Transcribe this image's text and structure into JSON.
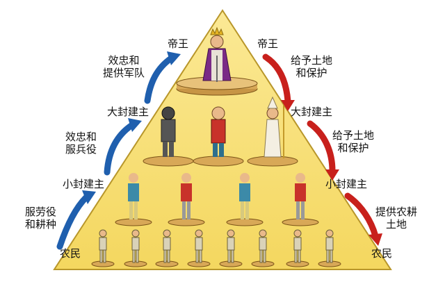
{
  "diagram": {
    "left_side": {
      "king": "帝王",
      "great_lord": "大封建主",
      "small_lord": "小封建主",
      "peasant": "农民",
      "arrow_upper": [
        "效忠和",
        "提供军队"
      ],
      "arrow_middle": [
        "效忠和",
        "服兵役"
      ],
      "arrow_lower": [
        "服劳役",
        "和耕种"
      ]
    },
    "right_side": {
      "king": "帝王",
      "great_lord": "大封建主",
      "small_lord": "小封建主",
      "peasant": "农民",
      "arrow_upper": [
        "给予土地",
        "和保护"
      ],
      "arrow_middle": [
        "给予土地",
        "和保护"
      ],
      "arrow_lower": [
        "提供农耕",
        "土地"
      ]
    },
    "colors": {
      "pyramid_fill": "#f7e07a",
      "up_arrow": "#1f5fae",
      "down_arrow": "#c8201c"
    }
  }
}
